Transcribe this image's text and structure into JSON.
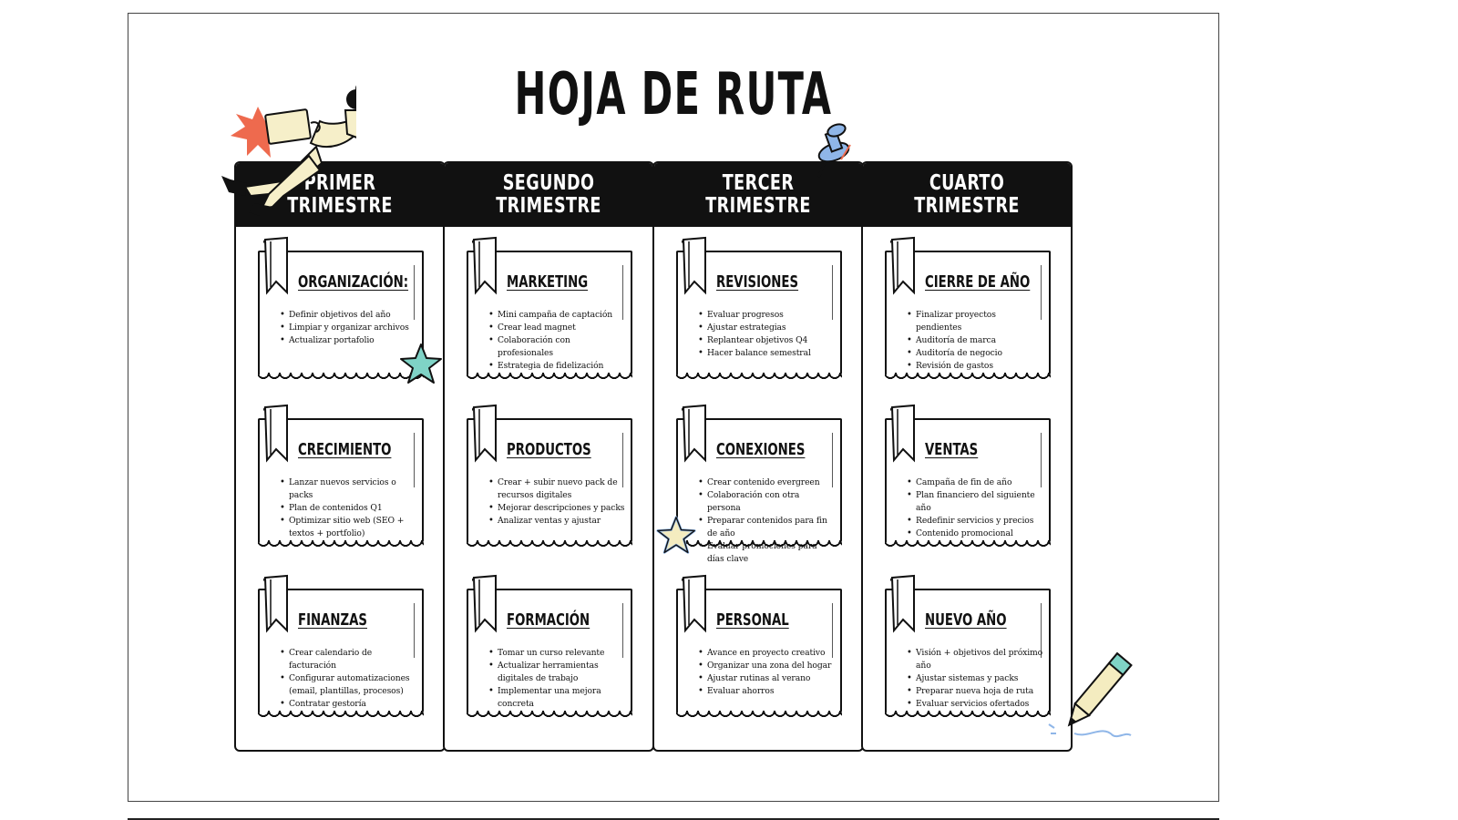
{
  "title": "HOJA DE RUTA",
  "colors": {
    "ink": "#111111",
    "star_teal": "#7fd3c6",
    "star_cream": "#f4ecc0",
    "pin_blue": "#8fb6e8",
    "accent_orange": "#ee6a4e",
    "cream": "#f6efc9"
  },
  "quarters": [
    {
      "heading": "PRIMER\nTRIMESTRE",
      "cards": [
        {
          "title": "ORGANIZACIÓN:",
          "items": [
            "Definir objetivos del año",
            "Limpiar y organizar archivos",
            "Actualizar portafolio"
          ]
        },
        {
          "title": "CRECIMIENTO",
          "items": [
            "Lanzar nuevos servicios o packs",
            "Plan de contenidos Q1",
            "Optimizar sitio web (SEO + textos + portfolio)"
          ]
        },
        {
          "title": "FINANZAS",
          "items": [
            "Crear calendario de facturación",
            "Configurar automatizaciones (email, plantillas, procesos)",
            "Contratar gestoría"
          ]
        }
      ]
    },
    {
      "heading": "SEGUNDO\nTRIMESTRE",
      "cards": [
        {
          "title": "MARKETING",
          "items": [
            "Mini campaña de captación",
            "Crear lead magnet",
            "Colaboración con profesionales",
            "Estrategia de fidelización"
          ]
        },
        {
          "title": "PRODUCTOS",
          "items": [
            "Crear + subir nuevo pack de recursos digitales",
            "Mejorar descripciones y packs",
            "Analizar ventas y ajustar"
          ]
        },
        {
          "title": "FORMACIÓN",
          "items": [
            "Tomar un curso relevante",
            "Actualizar herramientas digitales de trabajo",
            "Implementar una mejora concreta"
          ]
        }
      ]
    },
    {
      "heading": "TERCER\nTRIMESTRE",
      "cards": [
        {
          "title": "REVISIONES",
          "items": [
            "Evaluar progresos",
            "Ajustar estrategias",
            "Replantear objetivos Q4",
            "Hacer balance semestral"
          ]
        },
        {
          "title": "CONEXIONES",
          "items": [
            "Crear contenido evergreen",
            "Colaboración con otra persona",
            "Preparar contenidos para fin de año",
            "Evaluar promociones para días clave"
          ]
        },
        {
          "title": "PERSONAL",
          "items": [
            "Avance en proyecto creativo",
            "Organizar una zona del hogar",
            "Ajustar rutinas al verano",
            "Evaluar ahorros"
          ]
        }
      ]
    },
    {
      "heading": "CUARTO\nTRIMESTRE",
      "cards": [
        {
          "title": "CIERRE DE AÑO",
          "items": [
            "Finalizar proyectos pendientes",
            "Auditoría de marca",
            "Auditoría de negocio",
            "Revisión de gastos"
          ]
        },
        {
          "title": "VENTAS",
          "items": [
            "Campaña de fin de año",
            "Plan financiero del siguiente año",
            "Redefinir servicios y precios",
            "Contenido promocional"
          ]
        },
        {
          "title": "NUEVO AÑO",
          "items": [
            "Visión + objetivos del próximo año",
            "Ajustar sistemas y packs",
            "Preparar nueva hoja de ruta",
            "Evaluar servicios ofertados"
          ]
        }
      ]
    }
  ],
  "icons": [
    "person-laptop-illustration",
    "push-pin-icon",
    "star-icon",
    "star-icon",
    "pencil-icon",
    "bookmark-icon"
  ]
}
